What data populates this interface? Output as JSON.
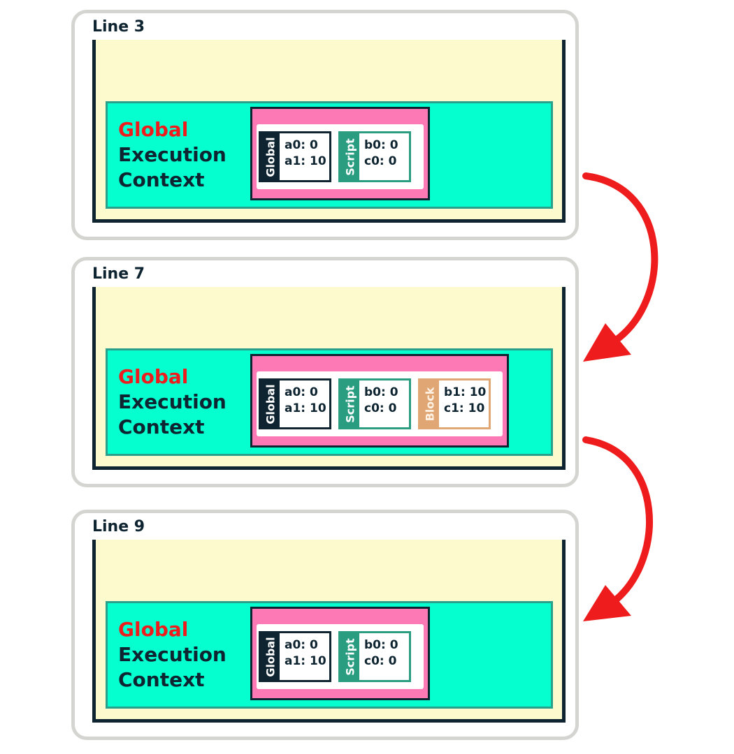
{
  "panels": [
    {
      "title": "Line 3",
      "context": {
        "highlight": "Global",
        "line2": "Execution",
        "line3": "Context"
      },
      "scopes": [
        {
          "name": "Global",
          "vars": [
            "a0: 0",
            "a1: 10"
          ]
        },
        {
          "name": "Script",
          "vars": [
            "b0: 0",
            "c0: 0"
          ]
        }
      ]
    },
    {
      "title": "Line 7",
      "context": {
        "highlight": "Global",
        "line2": "Execution",
        "line3": "Context"
      },
      "scopes": [
        {
          "name": "Global",
          "vars": [
            "a0: 0",
            "a1: 10"
          ]
        },
        {
          "name": "Script",
          "vars": [
            "b0: 0",
            "c0: 0"
          ]
        },
        {
          "name": "Block",
          "vars": [
            "b1: 10",
            "c1: 10"
          ]
        }
      ]
    },
    {
      "title": "Line 9",
      "context": {
        "highlight": "Global",
        "line2": "Execution",
        "line3": "Context"
      },
      "scopes": [
        {
          "name": "Global",
          "vars": [
            "a0: 0",
            "a1: 10"
          ]
        },
        {
          "name": "Script",
          "vars": [
            "b0: 0",
            "c0: 0"
          ]
        }
      ]
    }
  ],
  "colors": {
    "stack_bg": "#fdfbcd",
    "context_bg": "#06ffcf",
    "environment_bg": "#fc79b6",
    "global_scope": "#0e2430",
    "script_scope": "#2a9d80",
    "block_scope": "#e0a774",
    "arrow": "#ee1c1c",
    "highlight_text": "#ee1c1c"
  }
}
